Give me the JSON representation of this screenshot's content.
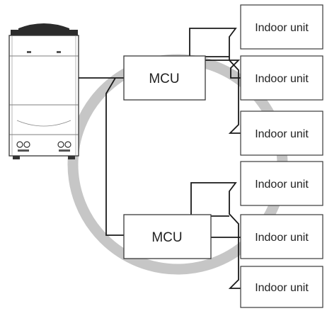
{
  "mcus": [
    {
      "label": "MCU"
    },
    {
      "label": "MCU"
    }
  ],
  "indoor_units": [
    {
      "label": "Indoor unit"
    },
    {
      "label": "Indoor unit"
    },
    {
      "label": "Indoor unit"
    },
    {
      "label": "Indoor unit"
    },
    {
      "label": "Indoor unit"
    },
    {
      "label": "Indoor unit"
    }
  ],
  "colors": {
    "highlight_ring": "#c6c6c6",
    "pipe": "#1a1a1a",
    "box_border": "#3a3a3a",
    "outdoor_unit_body": "#ffffff",
    "outdoor_unit_top": "#2b2b2b"
  }
}
